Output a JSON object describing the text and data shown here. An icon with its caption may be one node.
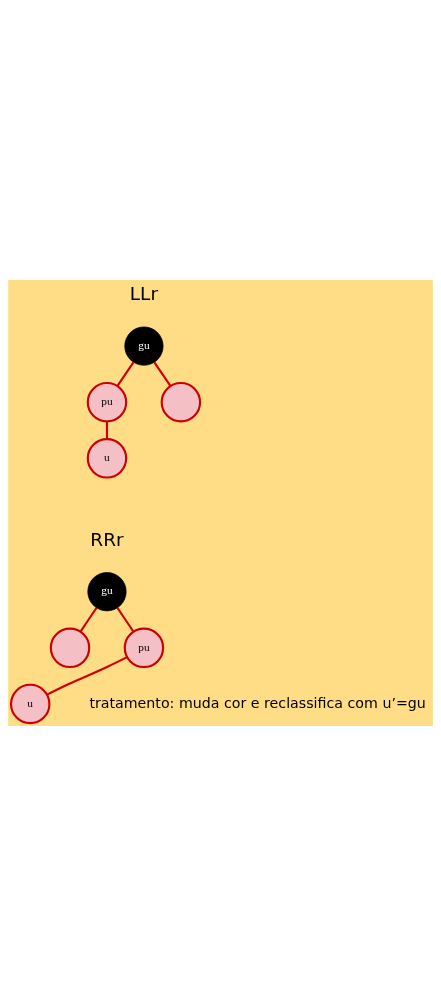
{
  "diagram": {
    "nodes": [
      {
        "text": [
          "gu"
        ]
      },
      {
        "text": [
          "pu"
        ]
      },
      {
        "text": [],
        "shape": "circle"
      },
      {
        "text": [
          "u"
        ]
      },
      {
        "text": [
          "gu"
        ]
      },
      {
        "text": [],
        "shape": "circle"
      },
      {
        "text": [
          "pu"
        ]
      },
      {
        "text": [
          "u"
        ]
      }
    ],
    "edges": [
      {
        "from": 0,
        "to": 1,
        "arrow": "none"
      },
      {
        "from": 0,
        "to": 2,
        "arrow": "none"
      },
      {
        "from": 1,
        "to": 3,
        "arrow": "none"
      },
      {
        "from": 4,
        "to": 5,
        "arrow": "none"
      },
      {
        "from": 4,
        "to": 6,
        "arrow": "none"
      },
      {
        "from": 6,
        "to": 7,
        "arrow": "none"
      }
    ],
    "labels": [
      "LLr",
      "RRr",
      "tratamento: muda cor e reclassifica com u’=gu"
    ]
  }
}
